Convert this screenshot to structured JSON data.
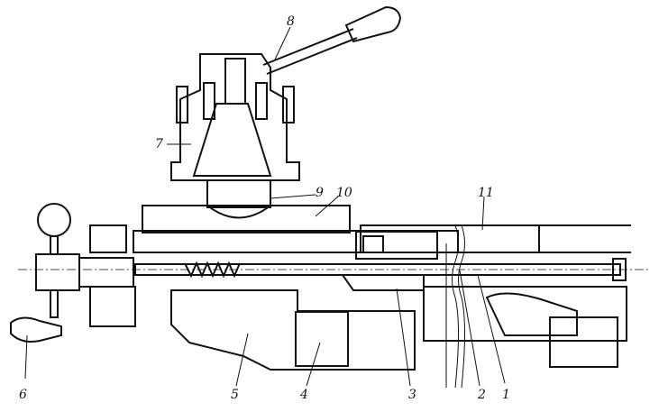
{
  "callouts": [
    {
      "id": "c1",
      "text": "1"
    },
    {
      "id": "c2",
      "text": "2"
    },
    {
      "id": "c3",
      "text": "3"
    },
    {
      "id": "c4",
      "text": "4"
    },
    {
      "id": "c5",
      "text": "5"
    },
    {
      "id": "c6",
      "text": "6"
    },
    {
      "id": "c7",
      "text": "7"
    },
    {
      "id": "c8",
      "text": "8"
    },
    {
      "id": "c9",
      "text": "9"
    },
    {
      "id": "c10",
      "text": "10"
    },
    {
      "id": "c11",
      "text": "11"
    }
  ],
  "colors": {
    "ink": "#111111",
    "paper": "#ffffff"
  }
}
